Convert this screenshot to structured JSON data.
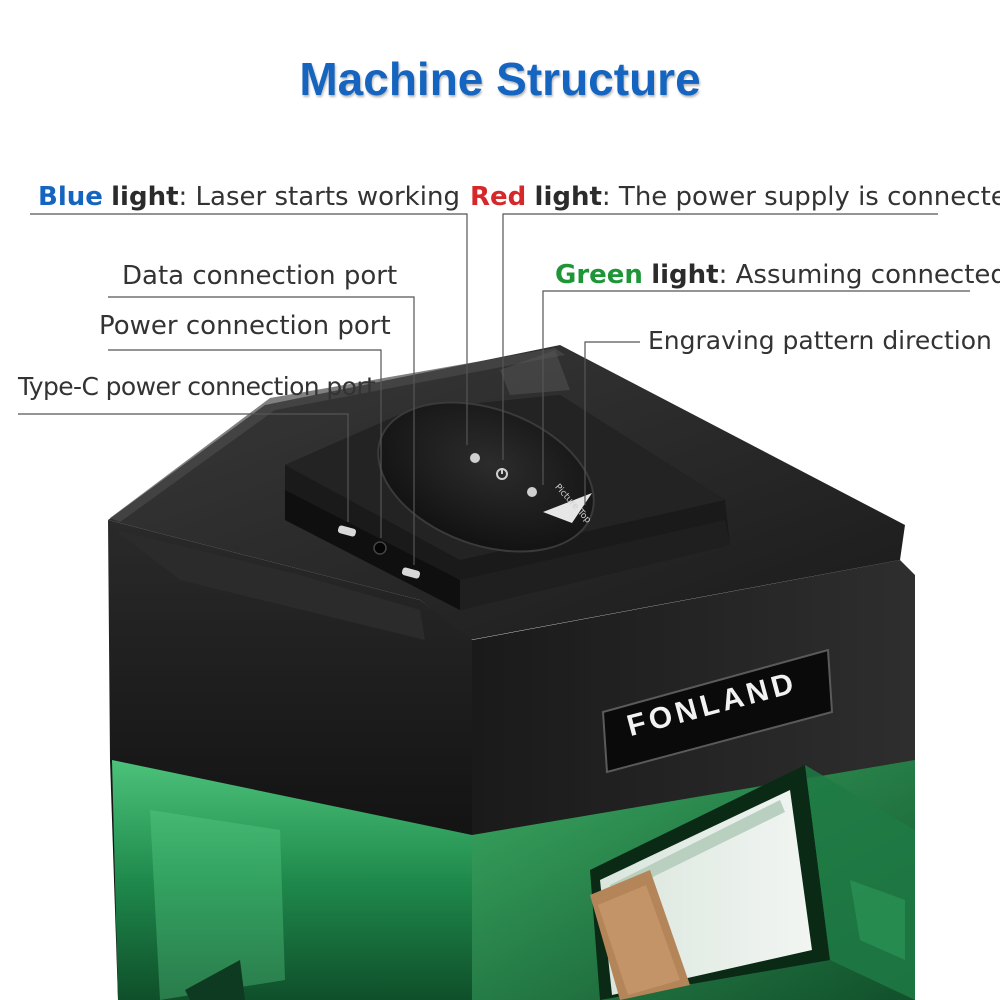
{
  "title": "Machine Structure",
  "callouts": {
    "blue_light": {
      "keyword": "Blue",
      "light": "light",
      "text": ": Laser starts working",
      "keyword_color": "#1565c0"
    },
    "red_light": {
      "keyword": "Red",
      "light": "light",
      "text": ": The power supply is connected",
      "keyword_color": "#d62828"
    },
    "green_light": {
      "keyword": "Green",
      "light": "light",
      "text": ": Assuming connected",
      "keyword_color": "#1e9638"
    },
    "data_port": "Data connection port",
    "power_port": "Power connection port",
    "typec_port": "Type-C power connection port",
    "engraving_direction": "Engraving pattern direction"
  },
  "device": {
    "brand": "FONLAND",
    "top_marking": "Picture Top",
    "icons": [
      "laser-icon",
      "power-icon",
      "connect-icon"
    ]
  },
  "colors": {
    "title": "#1565c0",
    "body_black": "#141414",
    "window_green": "#2fa860",
    "wood": "#b5855a"
  }
}
